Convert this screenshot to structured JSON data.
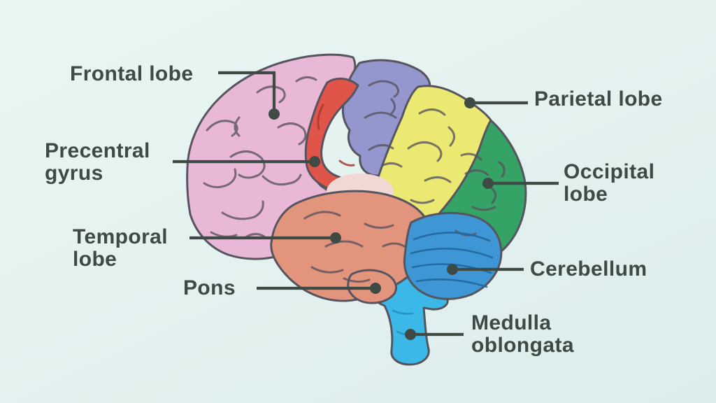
{
  "labels": {
    "frontal_lobe": "Frontal lobe",
    "precentral_gyrus": "Precentral gyrus",
    "temporal_lobe": "Temporal lobe",
    "pons": "Pons",
    "parietal_lobe": "Parietal lobe",
    "occipital_lobe": "Occipital lobe",
    "cerebellum": "Cerebellum",
    "medulla_oblongata": "Medulla oblongata"
  },
  "colors": {
    "background": "#e4f2f0",
    "label_text": "#3e4a43",
    "leader_line": "#3e4a43",
    "outline": "#56555f",
    "regions": {
      "frontal_lobe": "#e9b8d6",
      "precentral_gyrus": "#e0544a",
      "unlabeled_violet_area": "#9397ce",
      "parietal_lobe": "#ece972",
      "occipital_lobe": "#35a266",
      "temporal_lobe": "#e2947c",
      "pons": "#e2947c",
      "cerebellum": "#3e96d4",
      "brainstem_medulla": "#3cb8e8",
      "pale_insula_area": "#f1d8d4"
    }
  }
}
